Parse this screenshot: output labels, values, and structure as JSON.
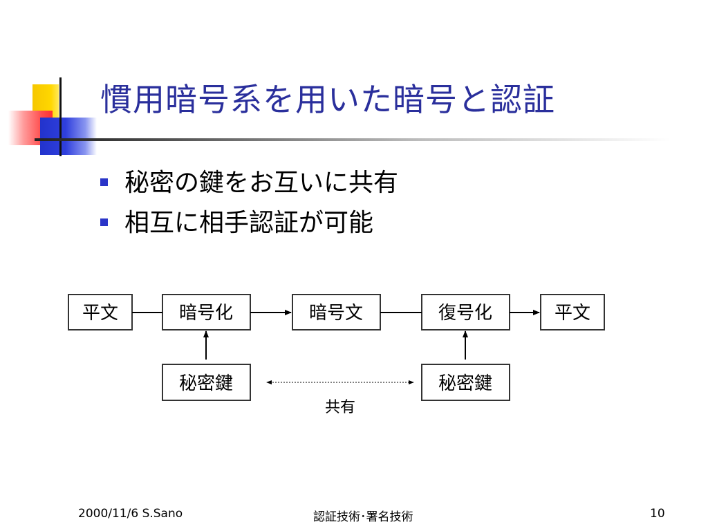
{
  "slide": {
    "title": "慣用暗号系を用いた暗号と認証",
    "bullets": [
      "秘密の鍵をお互いに共有",
      "相互に相手認証が可能"
    ]
  },
  "diagram": {
    "nodes": {
      "plaintext_in": "平文",
      "encrypt": "暗号化",
      "ciphertext": "暗号文",
      "decrypt": "復号化",
      "plaintext_out": "平文",
      "secret_key_left": "秘密鍵",
      "secret_key_right": "秘密鍵"
    },
    "shared_label": "共有"
  },
  "footer": {
    "left": "2000/11/6 S.Sano",
    "center": "認証技術･署名技術",
    "right": "10"
  },
  "colors": {
    "title": "#2a2f9c",
    "bullet": "#2a35c8",
    "accent_yellow": "#ffd700",
    "accent_red": "#ff3030",
    "accent_blue": "#2f3fdd"
  }
}
